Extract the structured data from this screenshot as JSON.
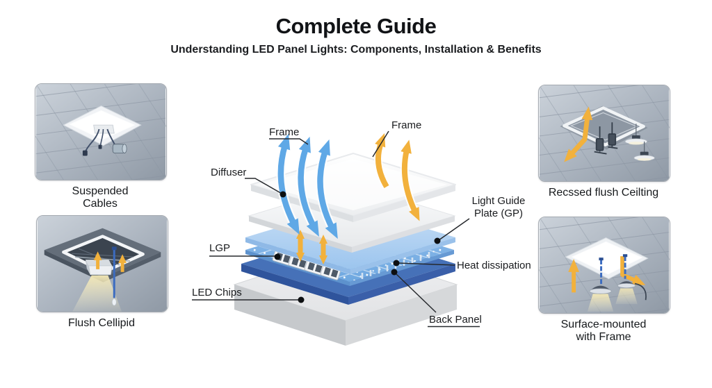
{
  "header": {
    "title": "Complete Guide",
    "subtitle": "Understanding LED Panel Lights: Components, Installation & Benefits"
  },
  "cards": {
    "suspended_cables": {
      "caption_line1": "Suspended",
      "caption_line2": "Cables"
    },
    "recessed_flush": {
      "caption": "Recssed flush Ceilting"
    },
    "flush_ceiling": {
      "caption": "Flush Cellipid"
    },
    "surface_mounted": {
      "caption_line1": "Surface-mounted",
      "caption_line2": "with Frame"
    }
  },
  "diagram": {
    "labels": {
      "frame_left": "Frame",
      "frame_right": "Frame",
      "diffuser": "Diffuser",
      "lgp": "LGP",
      "led_chips": "LED Chips",
      "light_guide_line1": "Light Guide",
      "light_guide_line2": "Plate (GP)",
      "heat_dissipation": "Heat dissipation",
      "back_panel": "Back Panel"
    },
    "colors": {
      "arrow_blue": "#5FA8E6",
      "arrow_yellow": "#F2B13C",
      "lgp_blue": "#AECFF0",
      "chip_layer_blue": "#7FB2E4",
      "back_panel_blue": "#4671B8",
      "base_gray": "#E9EAEC"
    }
  }
}
